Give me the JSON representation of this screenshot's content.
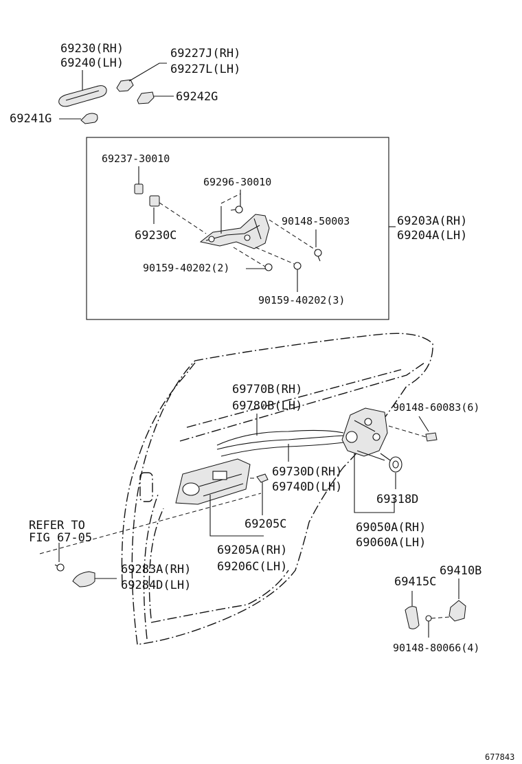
{
  "labels": {
    "p69230_rh": "69230(RH)",
    "p69240_lh": "69240(LH)",
    "p69227j_rh": "69227J(RH)",
    "p69227l_lh": "69227L(LH)",
    "p69242g": "69242G",
    "p69241g": "69241G",
    "p69237": "69237-30010",
    "p69296": "69296-30010",
    "p69230c": "69230C",
    "p90148_50003": "90148-50003",
    "p69203a_rh": "69203A(RH)",
    "p69204a_lh": "69204A(LH)",
    "p90159_2": "90159-40202(2)",
    "p90159_3": "90159-40202(3)",
    "p69770b_rh": "69770B(RH)",
    "p69780b_lh": "69780B(LH)",
    "p90148_60083": "90148-60083(6)",
    "p69730d_rh": "69730D(RH)",
    "p69740d_lh": "69740D(LH)",
    "p69318d": "69318D",
    "p69205c": "69205C",
    "p69050a_rh": "69050A(RH)",
    "p69060a_lh": "69060A(LH)",
    "refer_to": "REFER TO",
    "fig_ref": "FIG 67-05",
    "p69205a_rh": "69205A(RH)",
    "p69206c_lh": "69206C(LH)",
    "p69283a_rh": "69283A(RH)",
    "p69284d_lh": "69284D(LH)",
    "p69410b": "69410B",
    "p69415c": "69415C",
    "p90148_80066": "90148-80066(4)",
    "diagram_id": "677843"
  }
}
